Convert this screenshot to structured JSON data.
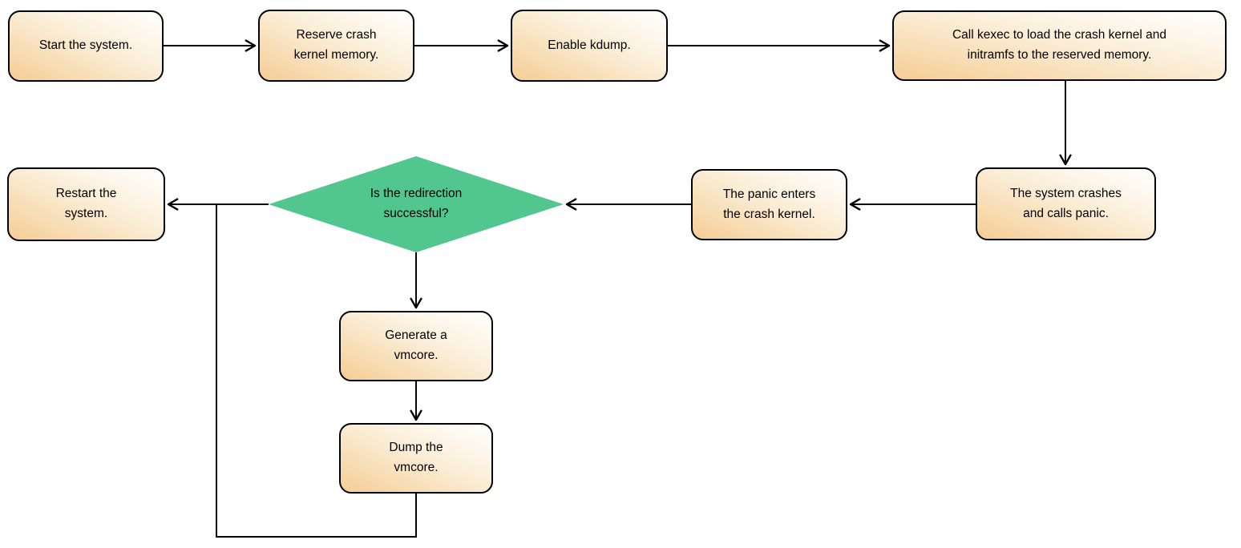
{
  "diagram": {
    "type": "flowchart",
    "nodes": {
      "start": {
        "label": "Start the system.",
        "shape": "rounded-rect"
      },
      "reserve": {
        "label": "Reserve crash\nkernel memory.",
        "shape": "rounded-rect"
      },
      "enable": {
        "label": "Enable kdump.",
        "shape": "rounded-rect"
      },
      "kexec": {
        "label": "Call kexec to load the crash kernel and\ninitramfs to the reserved memory.",
        "shape": "rounded-rect"
      },
      "crash": {
        "label": "The system crashes\nand calls panic.",
        "shape": "rounded-rect"
      },
      "panic": {
        "label": "The panic enters\nthe crash kernel.",
        "shape": "rounded-rect"
      },
      "decision": {
        "label": "Is the redirection\nsuccessful?",
        "shape": "diamond"
      },
      "restart": {
        "label": "Restart the\nsystem.",
        "shape": "rounded-rect"
      },
      "generate": {
        "label": "Generate a\nvmcore.",
        "shape": "rounded-rect"
      },
      "dump": {
        "label": "Dump the\nvmcore.",
        "shape": "rounded-rect"
      }
    },
    "edges": [
      {
        "from": "start",
        "to": "reserve",
        "arrow": true
      },
      {
        "from": "reserve",
        "to": "enable",
        "arrow": true
      },
      {
        "from": "enable",
        "to": "kexec",
        "arrow": true
      },
      {
        "from": "kexec",
        "to": "crash",
        "arrow": true
      },
      {
        "from": "crash",
        "to": "panic",
        "arrow": true
      },
      {
        "from": "panic",
        "to": "decision",
        "arrow": true
      },
      {
        "from": "decision",
        "to": "restart",
        "arrow": true
      },
      {
        "from": "decision",
        "to": "generate",
        "arrow": true
      },
      {
        "from": "generate",
        "to": "dump",
        "arrow": true
      },
      {
        "from": "dump",
        "to": "restart",
        "arrow": false,
        "note": "feedback loop joining decision-to-restart line"
      }
    ],
    "colors": {
      "node_fill_gradient_start": "#f5cd94",
      "node_fill_gradient_end": "#ffffff",
      "node_border": "#000000",
      "decision_fill": "#52c68f",
      "text": "#000000",
      "connector": "#000000",
      "background": "#ffffff"
    }
  }
}
